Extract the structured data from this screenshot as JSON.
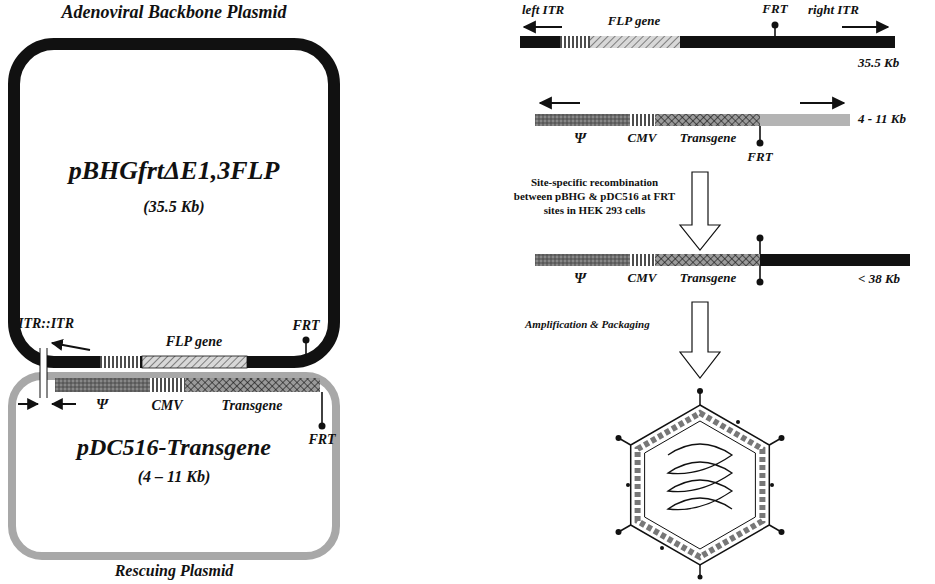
{
  "diagram": {
    "nodes": [
      {
        "text": [
          "Adenoviral Backbone Plasmid",
          "pBHGfrtΔE1,3FLP",
          "(35.5 Kb)"
        ]
      },
      {
        "text": [
          "pDC516-Transgene",
          "(4 – 11 Kb)",
          "Rescuing Plasmid"
        ]
      }
    ],
    "labels": [
      "ITR::ITR",
      "FLP gene",
      "FRT",
      "Ψ",
      "CMV",
      "Transgene",
      "FRT",
      "left ITR",
      "FLP gene",
      "FRT",
      "right ITR",
      "35.5 Kb",
      "Ψ",
      "CMV",
      "Transgene",
      "FRT",
      "4 - 11 Kb",
      "Site-specific recombination between pBHG & pDC516 at FRT sites in HEK 293 cells",
      "Ψ",
      "CMV",
      "Transgene",
      "< 38 Kb",
      "Amplification & Packaging"
    ]
  }
}
